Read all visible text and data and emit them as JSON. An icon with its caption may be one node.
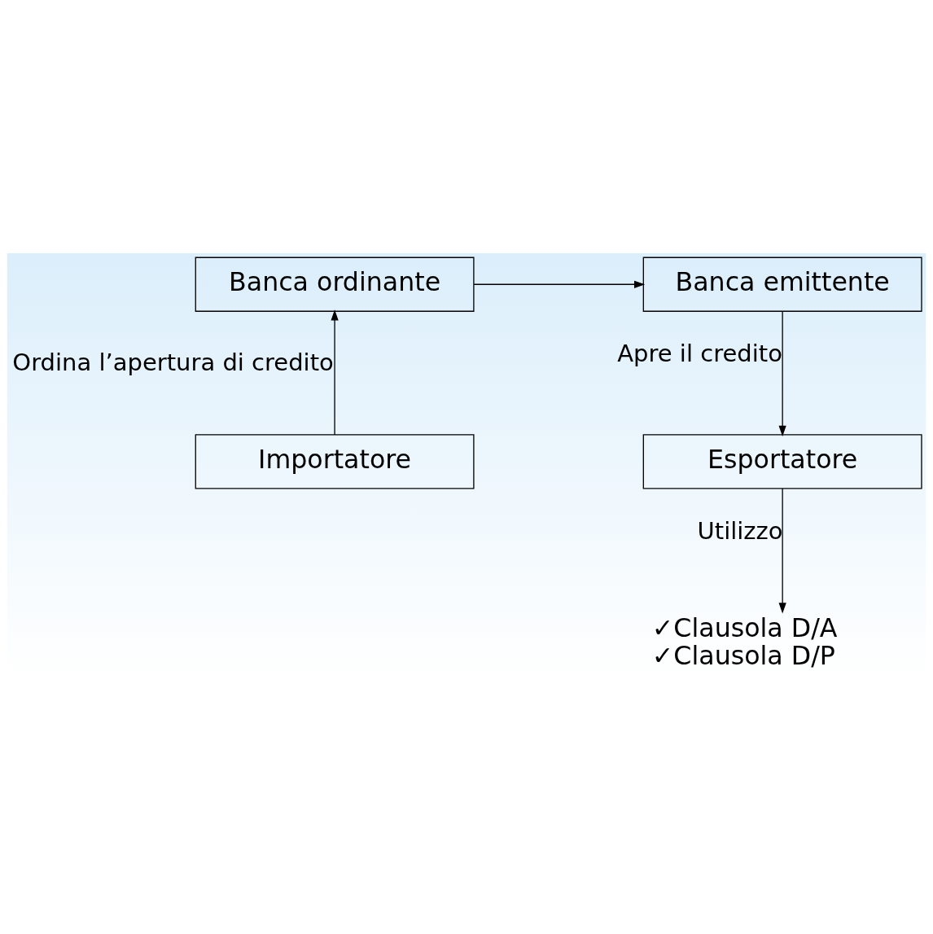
{
  "diagram": {
    "nodes": [
      {
        "text": [
          "Banca ordinante"
        ]
      },
      {
        "text": [
          "Banca emittente"
        ]
      },
      {
        "text": [
          "Importatore"
        ]
      },
      {
        "text": [
          "Esportatore"
        ]
      },
      {
        "text": [
          "✓Clausola D/A",
          "✓Clausola D/P"
        ]
      }
    ],
    "edges": [
      {
        "from": 0,
        "to": 1,
        "arrow": "to"
      },
      {
        "from": 2,
        "to": 0,
        "arrow": "to",
        "label": "Ordina l’apertura di credito"
      },
      {
        "from": 1,
        "to": 3,
        "arrow": "to",
        "label": "Apre il credito"
      },
      {
        "from": 3,
        "to": 4,
        "arrow": "to",
        "label": "Utilizzo"
      }
    ]
  }
}
